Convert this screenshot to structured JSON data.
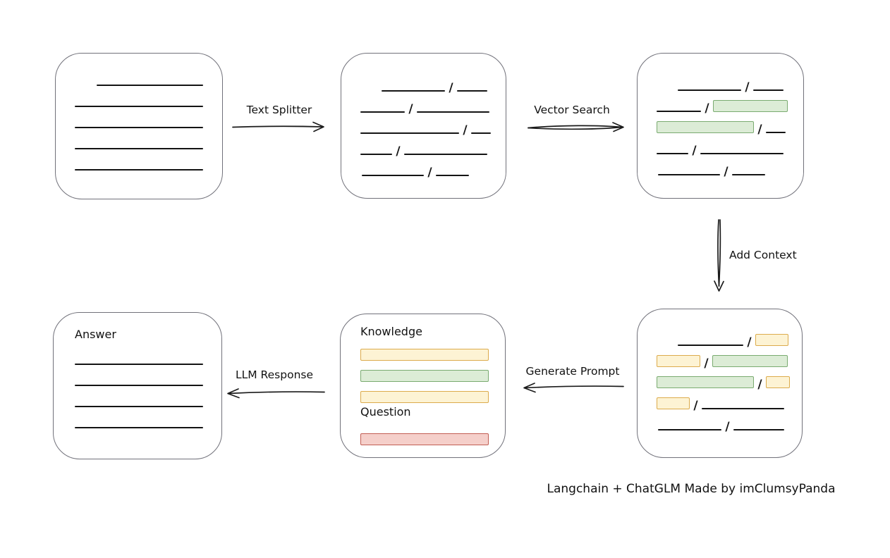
{
  "caption": "Langchain + ChatGLM Made by imClumsyPanda",
  "slash": "/",
  "colors": {
    "stroke": "#1b1b1b",
    "box_border": "#71717a",
    "yellow_fill": "#fdf3d4",
    "yellow_border": "#dcab4c",
    "green_fill": "#dcecd6",
    "green_border": "#7aab70",
    "red_fill": "#f5cfca",
    "red_border": "#c25e54"
  },
  "arrows": [
    {
      "id": "text-splitter",
      "label": "Text Splitter",
      "direction": "right"
    },
    {
      "id": "vector-search",
      "label": "Vector Search",
      "direction": "right"
    },
    {
      "id": "add-context",
      "label": "Add Context",
      "direction": "down"
    },
    {
      "id": "generate-prompt",
      "label": "Generate Prompt",
      "direction": "left"
    },
    {
      "id": "llm-response",
      "label": "LLM Response",
      "direction": "left"
    }
  ],
  "boxes": {
    "document": {
      "rows": [
        [
          {
            "t": "gap",
            "w": 31
          },
          {
            "t": "line",
            "w": 151
          }
        ],
        [
          {
            "t": "line",
            "w": 182
          }
        ],
        [
          {
            "t": "line",
            "w": 182
          }
        ],
        [
          {
            "t": "line",
            "w": 182
          }
        ],
        [
          {
            "t": "line",
            "w": 182
          }
        ]
      ]
    },
    "chunks": {
      "rows": [
        [
          {
            "t": "gap",
            "w": 30
          },
          {
            "t": "line",
            "w": 90
          },
          {
            "t": "slash"
          },
          {
            "t": "line",
            "w": 43
          }
        ],
        [
          {
            "t": "line",
            "w": 63
          },
          {
            "t": "slash"
          },
          {
            "t": "line",
            "w": 103
          }
        ],
        [
          {
            "t": "line",
            "w": 140
          },
          {
            "t": "slash"
          },
          {
            "t": "line",
            "w": 28
          }
        ],
        [
          {
            "t": "line",
            "w": 45
          },
          {
            "t": "slash"
          },
          {
            "t": "line",
            "w": 118
          }
        ],
        [
          {
            "t": "gap",
            "w": 2
          },
          {
            "t": "line",
            "w": 88
          },
          {
            "t": "slash"
          },
          {
            "t": "line",
            "w": 47
          }
        ]
      ]
    },
    "results": {
      "rows": [
        [
          {
            "t": "gap",
            "w": 30
          },
          {
            "t": "line",
            "w": 90
          },
          {
            "t": "slash"
          },
          {
            "t": "line",
            "w": 43
          }
        ],
        [
          {
            "t": "line",
            "w": 63
          },
          {
            "t": "slash"
          },
          {
            "t": "bar",
            "c": "green",
            "w": 106
          }
        ],
        [
          {
            "t": "bar",
            "c": "green",
            "w": 138
          },
          {
            "t": "slash"
          },
          {
            "t": "line",
            "w": 28
          }
        ],
        [
          {
            "t": "line",
            "w": 45
          },
          {
            "t": "slash"
          },
          {
            "t": "line",
            "w": 118
          }
        ],
        [
          {
            "t": "gap",
            "w": 2
          },
          {
            "t": "line",
            "w": 88
          },
          {
            "t": "slash"
          },
          {
            "t": "line",
            "w": 47
          }
        ]
      ]
    },
    "context": {
      "rows": [
        [
          {
            "t": "gap",
            "w": 30
          },
          {
            "t": "line",
            "w": 93
          },
          {
            "t": "slash"
          },
          {
            "t": "bar",
            "c": "yellow",
            "w": 47
          }
        ],
        [
          {
            "t": "bar",
            "c": "yellow",
            "w": 62
          },
          {
            "t": "slash"
          },
          {
            "t": "bar",
            "c": "green",
            "w": 107
          }
        ],
        [
          {
            "t": "bar",
            "c": "green",
            "w": 138
          },
          {
            "t": "slash"
          },
          {
            "t": "bar",
            "c": "yellow",
            "w": 34
          }
        ],
        [
          {
            "t": "bar",
            "c": "yellow",
            "w": 47
          },
          {
            "t": "slash"
          },
          {
            "t": "line",
            "w": 117
          }
        ],
        [
          {
            "t": "gap",
            "w": 2
          },
          {
            "t": "line",
            "w": 90
          },
          {
            "t": "slash"
          },
          {
            "t": "line",
            "w": 72
          }
        ]
      ]
    },
    "prompt": {
      "rows": [
        [
          {
            "t": "label",
            "text": "Knowledge"
          }
        ],
        [
          {
            "t": "bar",
            "c": "yellow",
            "w": 182
          }
        ],
        [
          {
            "t": "bar",
            "c": "green",
            "w": 182
          }
        ],
        [
          {
            "t": "bar",
            "c": "yellow",
            "w": 182
          }
        ],
        [
          {
            "t": "label",
            "text": "Question"
          }
        ],
        [
          {
            "t": "bar",
            "c": "red",
            "w": 182
          }
        ]
      ]
    },
    "answer": {
      "rows": [
        [
          {
            "t": "label",
            "text": "Answer"
          }
        ],
        [
          {
            "t": "line",
            "w": 182
          }
        ],
        [
          {
            "t": "line",
            "w": 182
          }
        ],
        [
          {
            "t": "line",
            "w": 182
          }
        ],
        [
          {
            "t": "line",
            "w": 182
          }
        ]
      ]
    }
  }
}
